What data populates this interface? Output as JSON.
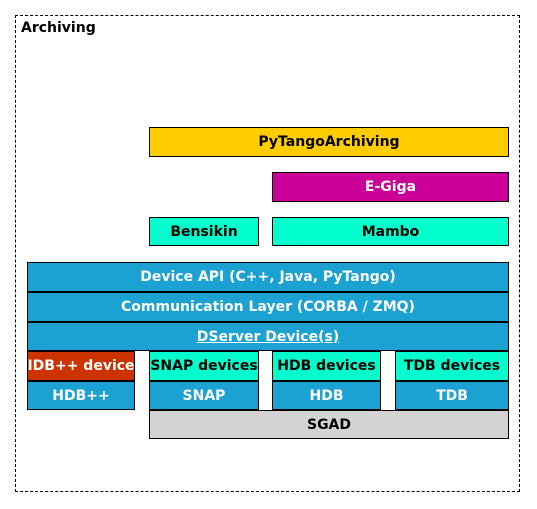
{
  "diagram": {
    "title": "Archiving",
    "colors": {
      "pytango": "#FFCC00",
      "egiga": "#CC0099",
      "tools": "#00FFCC",
      "api": "#1BA1D2",
      "idb": "#CC3300",
      "sgad": "#D3D3D3"
    },
    "layers": {
      "pytango_archiving": "PyTangoArchiving",
      "egiga": "E-Giga",
      "bensikin": "Bensikin",
      "mambo": "Mambo",
      "device_api": "Device API (C++, Java, PyTango)",
      "communication": "Communication Layer (CORBA / ZMQ)",
      "dserver": "DServer Device(s)",
      "idbpp_device": "IDB++ device",
      "idbpp": "HDB++",
      "snap_devices": "SNAP devices",
      "snap": "SNAP",
      "hdb_devices": "HDB devices",
      "hdb": "HDB",
      "tdb_devices": "TDB devices",
      "tdb": "TDB",
      "sgad": "SGAD"
    }
  }
}
